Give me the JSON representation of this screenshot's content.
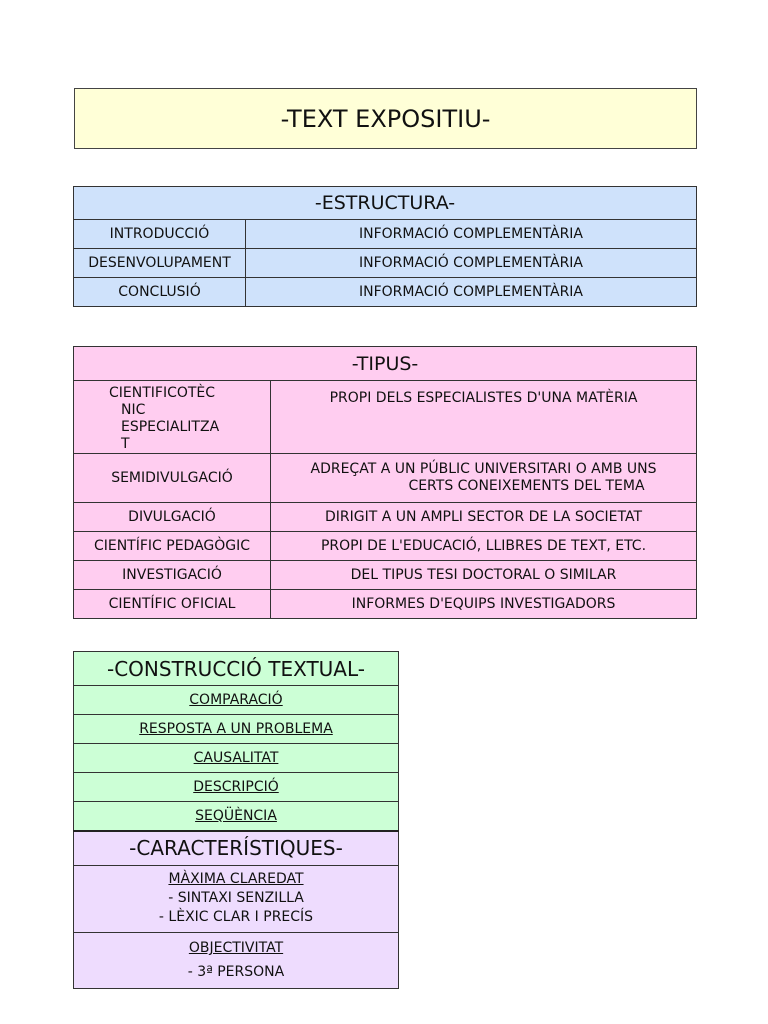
{
  "title": "-TEXT EXPOSITIU-",
  "estructura": {
    "header": "-ESTRUCTURA-",
    "rows": [
      {
        "part": "INTRODUCCIÓ",
        "info": "INFORMACIÓ COMPLEMENTÀRIA"
      },
      {
        "part": "DESENVOLUPAMENT",
        "info": "INFORMACIÓ COMPLEMENTÀRIA"
      },
      {
        "part": "CONCLUSIÓ",
        "info": "INFORMACIÓ COMPLEMENTÀRIA"
      }
    ]
  },
  "tipus": {
    "header": "-TIPUS-",
    "rows": [
      {
        "type_lines": [
          "CIENTIFICOTÈC",
          "NIC",
          "ESPECIALITZA",
          "T"
        ],
        "description": "PROPI DELS ESPECIALISTES D'UNA MATÈRIA"
      },
      {
        "type": "SEMIDIVULGACIÓ",
        "description_lines": [
          "ADREÇAT A UN PÚBLIC UNIVERSITARI O AMB UNS",
          "CERTS CONEIXEMENTS DEL TEMA"
        ]
      },
      {
        "type": "DIVULGACIÓ",
        "description": "DIRIGIT A UN AMPLI SECTOR DE LA SOCIETAT"
      },
      {
        "type": "CIENTÍFIC PEDAGÒGIC",
        "description": "PROPI DE L'EDUCACIÓ, LLIBRES DE TEXT, ETC."
      },
      {
        "type": "INVESTIGACIÓ",
        "description": "DEL TIPUS TESI DOCTORAL O SIMILAR"
      },
      {
        "type": "CIENTÍFIC OFICIAL",
        "description": "INFORMES D'EQUIPS INVESTIGADORS"
      }
    ]
  },
  "construccio": {
    "header": "-CONSTRUCCIÓ TEXTUAL-",
    "items": [
      "COMPARACIÓ",
      "RESPOSTA A UN PROBLEMA",
      "CAUSALITAT",
      "DESCRIPCIÓ",
      "SEQÜÈNCIA"
    ]
  },
  "caracteristiques": {
    "header": "-CARACTERÍSTIQUES-",
    "groups": [
      {
        "title": "MÀXIMA CLAREDAT",
        "lines": [
          "- SINTAXI SENZILLA",
          "- LÈXIC CLAR I PRECÍS"
        ]
      },
      {
        "title": "OBJECTIVITAT",
        "lines": [
          "- 3ª PERSONA"
        ]
      }
    ]
  },
  "colors": {
    "title_bg": "#ffffd7",
    "estructura_bg": "#cfe2fb",
    "tipus_bg": "#ffcdf0",
    "construccio_bg": "#ccffd6",
    "caracteristiques_bg": "#eedcfe"
  }
}
